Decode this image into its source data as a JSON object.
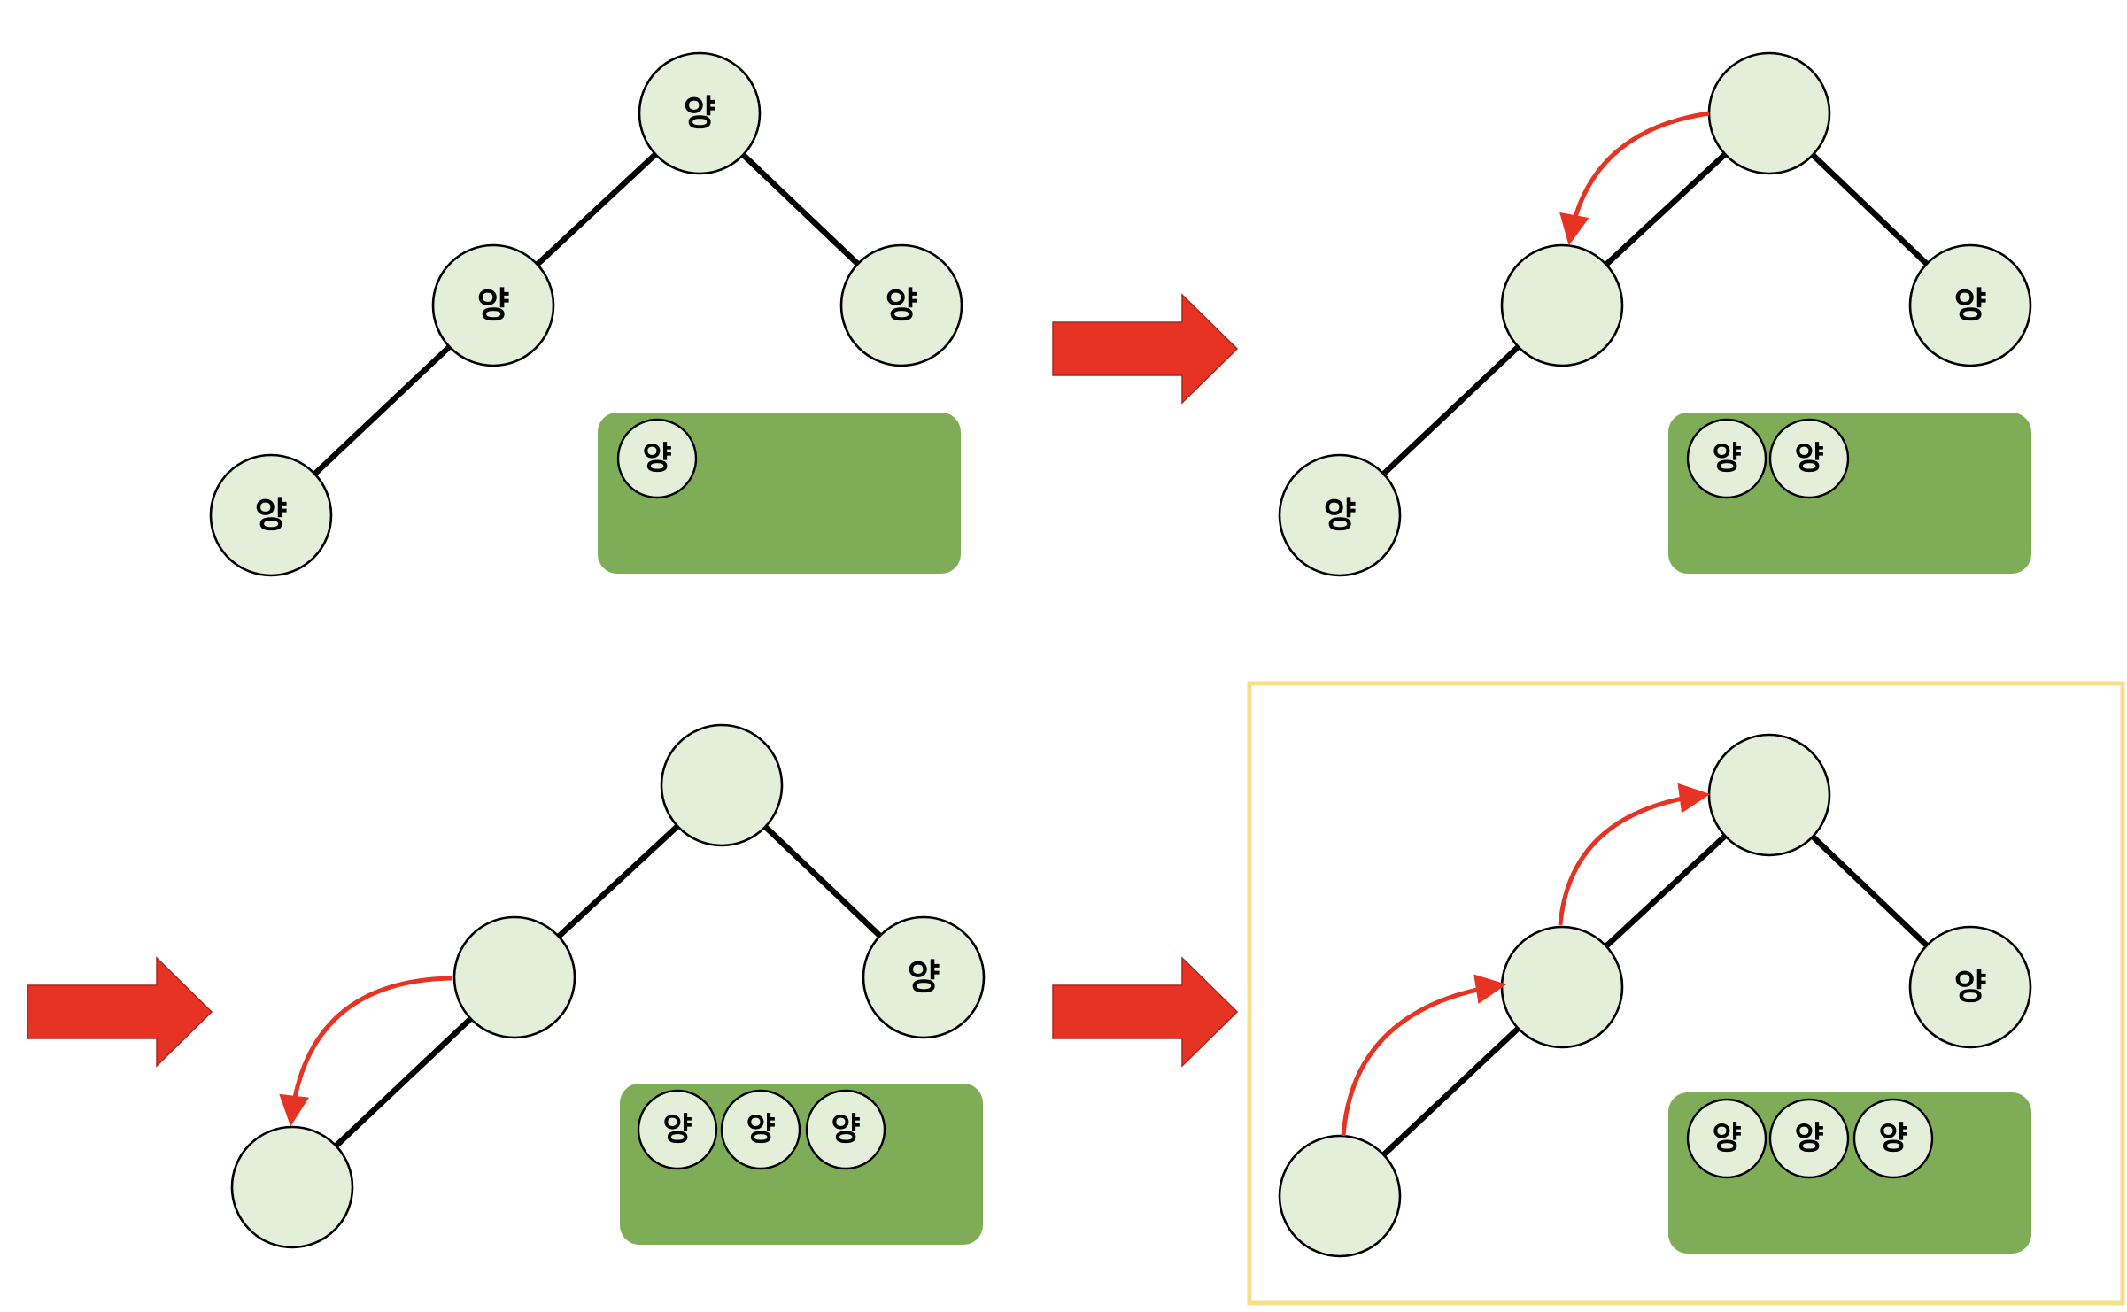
{
  "colors": {
    "node_fill": "#e3efd9",
    "box_fill": "#7eac57",
    "arrow": "#e63323",
    "highlight_frame": "#f7df8a"
  },
  "symbol": "양",
  "panels": [
    {
      "id": "step-1",
      "highlighted": false,
      "nodes": [
        {
          "role": "root",
          "label": "양"
        },
        {
          "role": "left",
          "label": "양"
        },
        {
          "role": "right",
          "label": "양"
        },
        {
          "role": "left-left",
          "label": "양"
        }
      ],
      "box_items": [
        "양"
      ],
      "transfer_arrows": []
    },
    {
      "id": "step-2",
      "highlighted": false,
      "nodes": [
        {
          "role": "root",
          "label": ""
        },
        {
          "role": "left",
          "label": ""
        },
        {
          "role": "right",
          "label": "양"
        },
        {
          "role": "left-left",
          "label": "양"
        }
      ],
      "box_items": [
        "양",
        "양"
      ],
      "transfer_arrows": [
        {
          "from": "root",
          "to": "left"
        }
      ]
    },
    {
      "id": "step-3",
      "highlighted": false,
      "nodes": [
        {
          "role": "root",
          "label": ""
        },
        {
          "role": "left",
          "label": ""
        },
        {
          "role": "right",
          "label": "양"
        },
        {
          "role": "left-left",
          "label": ""
        }
      ],
      "box_items": [
        "양",
        "양",
        "양"
      ],
      "transfer_arrows": [
        {
          "from": "left",
          "to": "left-left"
        }
      ]
    },
    {
      "id": "step-4",
      "highlighted": true,
      "nodes": [
        {
          "role": "root",
          "label": ""
        },
        {
          "role": "left",
          "label": ""
        },
        {
          "role": "right",
          "label": "양"
        },
        {
          "role": "left-left",
          "label": ""
        }
      ],
      "box_items": [
        "양",
        "양",
        "양"
      ],
      "transfer_arrows": [
        {
          "from": "left-left",
          "to": "left"
        },
        {
          "from": "left",
          "to": "root"
        }
      ]
    }
  ],
  "flow_arrows": [
    "step-1 → step-2",
    "step-2 → step-3",
    "step-3 → step-4"
  ]
}
